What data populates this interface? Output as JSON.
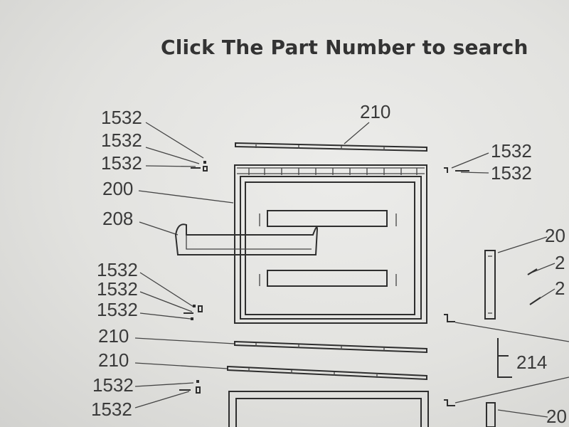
{
  "header": {
    "title": "Click The Part Number to search"
  },
  "diagram": {
    "labels": {
      "l01": "1532",
      "l02": "1532",
      "l03": "1532",
      "l04": "200",
      "l05": "208",
      "l06": "1532",
      "l07": "1532",
      "l08": "1532",
      "l09": "210",
      "l10": "210",
      "l11": "1532",
      "l12": "1532",
      "l13": "210",
      "l14": "1532",
      "l15": "1532",
      "l16": "20",
      "l17": "2",
      "l18": "2",
      "l19": "214",
      "l20": "20"
    }
  }
}
